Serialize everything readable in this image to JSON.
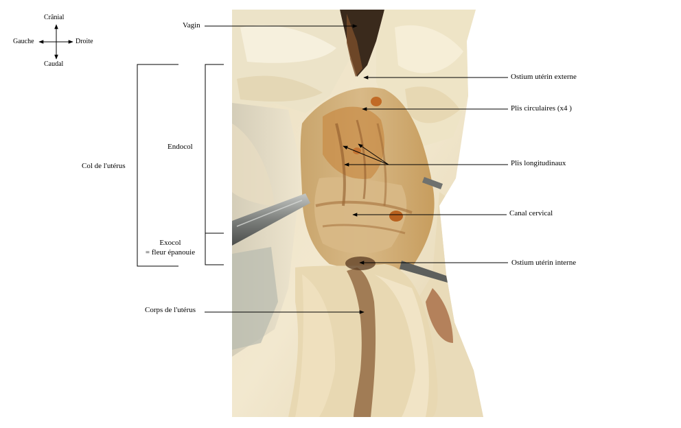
{
  "compass": {
    "top": "Crânial",
    "left": "Gauche",
    "right": "Droite",
    "bottom": "Caudal"
  },
  "labels": {
    "vagin": "Vagin",
    "ostium_externe": "Ostium utérin externe",
    "plis_circulaires": "Plis circulaires (x4 )",
    "plis_longitudinaux": "Plis longitudinaux",
    "canal_cervical": "Canal cervical",
    "ostium_interne": "Ostium utérin interne",
    "col": "Col de l'utérus",
    "endocol": "Endocol",
    "exocol_line1": "Exocol",
    "exocol_line2": "= fleur épanouie",
    "corps": "Corps de l'utérus"
  },
  "colors": {
    "tissue_light": "#efe3c4",
    "tissue_mid": "#d9bf8e",
    "tissue_dark": "#a8743a",
    "tissue_shadow": "#6b4a2a",
    "forceps": "#8e8f8c",
    "line": "#000000"
  }
}
